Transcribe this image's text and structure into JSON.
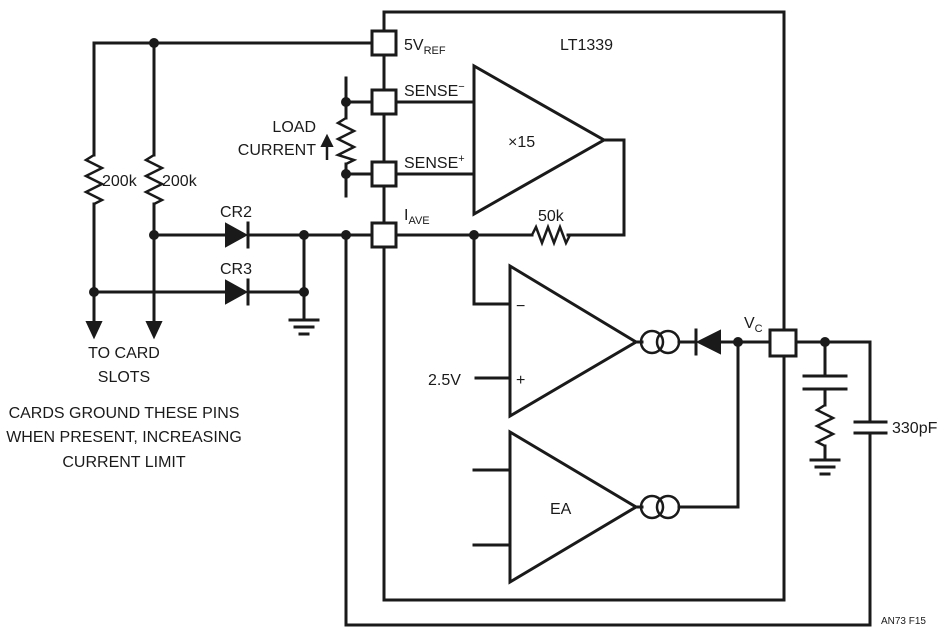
{
  "chip": {
    "name": "LT1339"
  },
  "pins": {
    "vref_main": "5V",
    "vref_sub": "REF",
    "sense_minus": "SENSE",
    "sense_minus_sign": "−",
    "sense_plus": "SENSE",
    "sense_plus_sign": "+",
    "iave_main": "I",
    "iave_sub": "AVE",
    "vc_main": "V",
    "vc_sub": "C"
  },
  "amplifiers": {
    "gain": "×15",
    "error_amp": "EA",
    "minus": "−",
    "plus": "+"
  },
  "components": {
    "resistor_left": "200k",
    "resistor_mid": "200k",
    "resistor_feedback": "50k",
    "diode_cr2": "CR2",
    "diode_cr3": "CR3",
    "capacitor": "330pF",
    "ref_voltage": "2.5V"
  },
  "labels": {
    "load_line1": "LOAD",
    "load_line2": "CURRENT",
    "to_card_line1": "TO CARD",
    "to_card_line2": "SLOTS",
    "note_line1": "CARDS GROUND THESE PINS",
    "note_line2": "WHEN PRESENT, INCREASING",
    "note_line3": "CURRENT LIMIT",
    "figure_id": "AN73 F15"
  }
}
